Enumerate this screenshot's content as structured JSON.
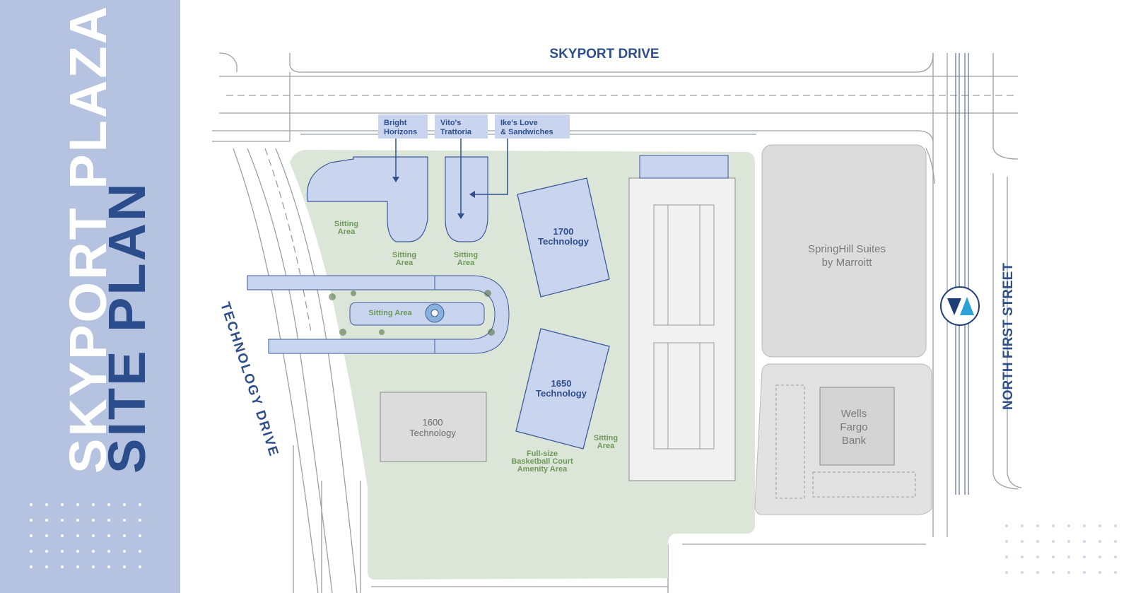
{
  "title": {
    "line1": "SKYPORT PLAZA",
    "line2": "SITE PLAN"
  },
  "streets": {
    "top": "SKYPORT DRIVE",
    "left": "TECHNOLOGY DRIVE",
    "right": "NORTH FIRST STREET"
  },
  "tenants": [
    {
      "line1": "Bright",
      "line2": "Horizons"
    },
    {
      "line1": "Vito's",
      "line2": "Trattoria"
    },
    {
      "line1": "Ike's Love",
      "line2": "& Sandwiches"
    }
  ],
  "buildings": {
    "b1700": {
      "line1": "1700",
      "line2": "Technology"
    },
    "b1650": {
      "line1": "1650",
      "line2": "Technology"
    },
    "b1600": {
      "line1": "1600",
      "line2": "Technology"
    },
    "hotel": {
      "line1": "SpringHill Suites",
      "line2": "by Marroitt"
    },
    "bank": {
      "line1": "Wells",
      "line2": "Fargo",
      "line3": "Bank"
    }
  },
  "amenities": {
    "sit1": {
      "line1": "Sitting",
      "line2": "Area"
    },
    "sit2": {
      "line1": "Sitting",
      "line2": "Area"
    },
    "sit3": {
      "line1": "Sitting",
      "line2": "Area"
    },
    "sit_center": "Sitting Area",
    "sit4": {
      "line1": "Sitting",
      "line2": "Area"
    },
    "court": {
      "line1": "Full-size",
      "line2": "Basketball Court",
      "line3": "Amenity Area"
    }
  },
  "colors": {
    "sidebar": "#b5c3e0",
    "title_light": "#ffffff",
    "title_dark": "#2b4d8c",
    "green_area": "#dbe6d8",
    "building_blue": "#c9d5ef",
    "building_line": "#3c5a9a",
    "gray_lot": "#dcdcdc",
    "road_line": "#9aa0a8",
    "street_text": "#2e4f8c",
    "green_text": "#6e9a5a"
  },
  "icons": {
    "transit": "vta-logo-icon"
  }
}
